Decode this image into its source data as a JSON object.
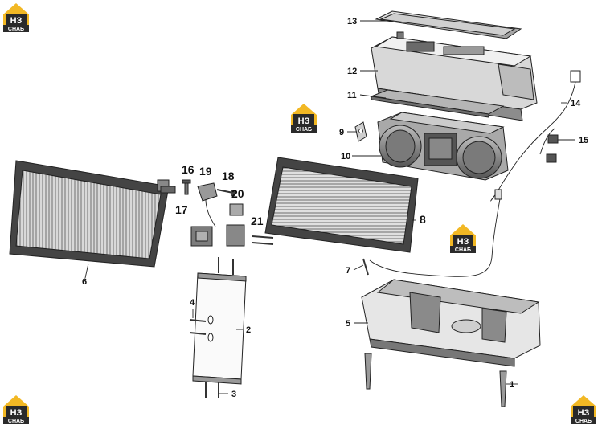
{
  "logo": {
    "mark": "НЗ",
    "sub": "СНАБ",
    "colors": {
      "yellow": "#f2b824",
      "dark": "#2a2a2a"
    }
  },
  "callouts": [
    {
      "id": "1",
      "text": "1"
    },
    {
      "id": "2",
      "text": "2"
    },
    {
      "id": "3",
      "text": "3"
    },
    {
      "id": "4",
      "text": "4"
    },
    {
      "id": "5",
      "text": "5"
    },
    {
      "id": "6",
      "text": "6"
    },
    {
      "id": "7",
      "text": "7"
    },
    {
      "id": "8",
      "text": "8"
    },
    {
      "id": "9",
      "text": "9"
    },
    {
      "id": "10",
      "text": "10"
    },
    {
      "id": "11",
      "text": "11"
    },
    {
      "id": "12",
      "text": "12"
    },
    {
      "id": "13",
      "text": "13"
    },
    {
      "id": "14",
      "text": "14"
    },
    {
      "id": "15",
      "text": "15"
    },
    {
      "id": "16",
      "text": "16"
    },
    {
      "id": "17",
      "text": "17"
    },
    {
      "id": "18",
      "text": "18"
    },
    {
      "id": "19",
      "text": "19"
    },
    {
      "id": "20",
      "text": "20"
    },
    {
      "id": "21",
      "text": "21"
    }
  ]
}
